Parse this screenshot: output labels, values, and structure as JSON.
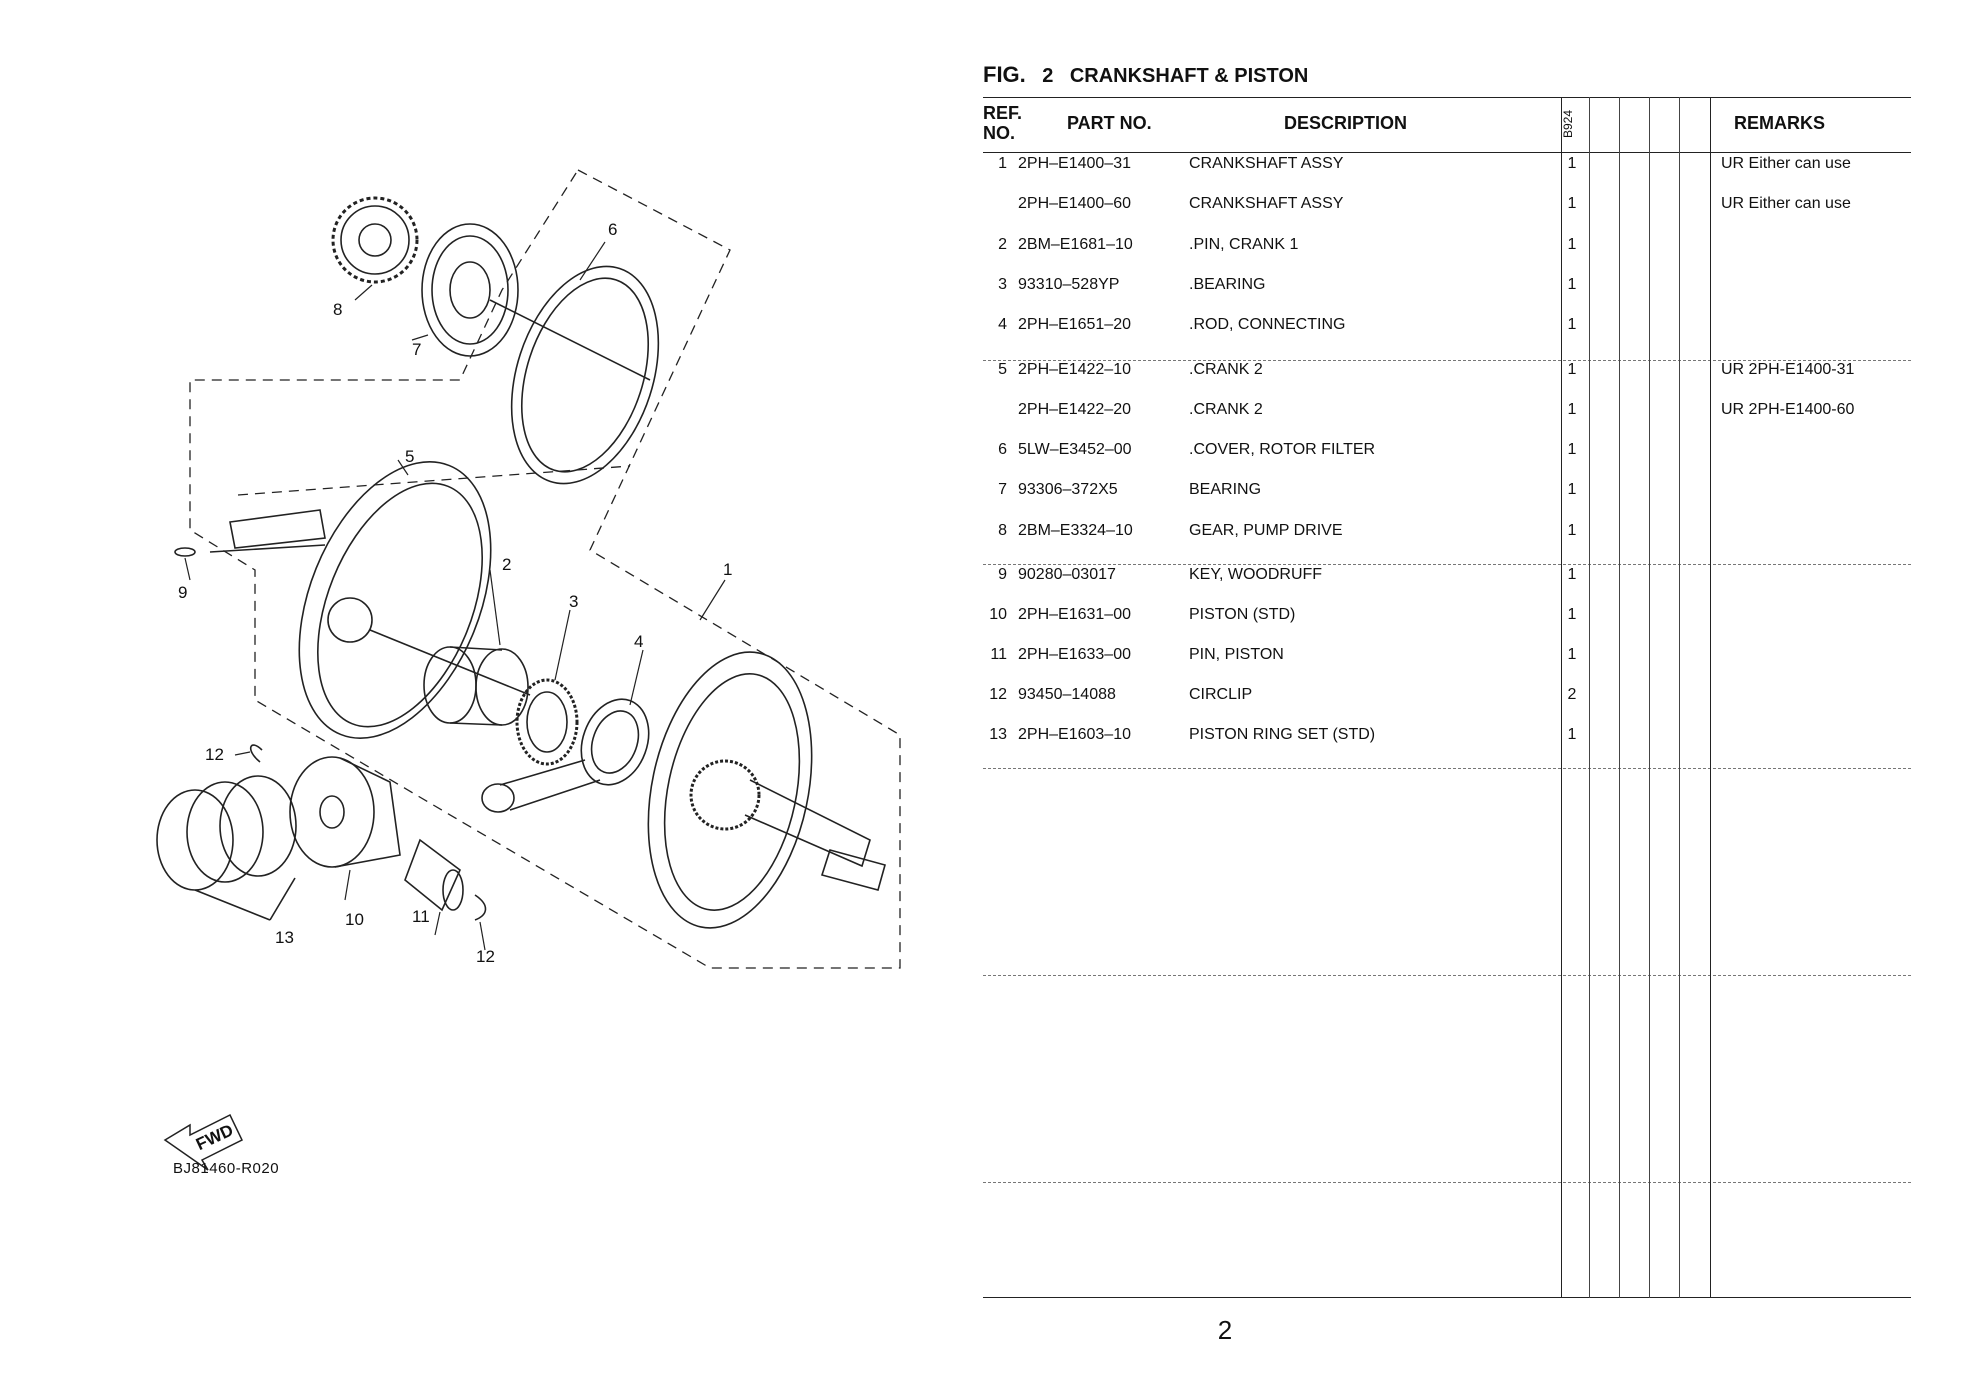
{
  "figure": {
    "label": "FIG.",
    "number": "2",
    "title": "CRANKSHAFT & PISTON",
    "diagram_code": "BJ81460-R020",
    "fwd_label": "FWD",
    "callouts": [
      "1",
      "2",
      "3",
      "4",
      "5",
      "6",
      "7",
      "8",
      "9",
      "10",
      "11",
      "12",
      "12",
      "13"
    ]
  },
  "table": {
    "headers": {
      "ref": "REF. NO.",
      "part_no": "PART NO.",
      "description": "DESCRIPTION",
      "model_code": "B924",
      "remarks": "REMARKS"
    },
    "rows": [
      {
        "ref": "1",
        "part_no": "2PH–E1400–31",
        "description": "CRANKSHAFT ASSY",
        "qty": "1",
        "remarks": "UR Either can use"
      },
      {
        "ref": "",
        "part_no": "2PH–E1400–60",
        "description": "CRANKSHAFT ASSY",
        "qty": "1",
        "remarks": "UR Either can use"
      },
      {
        "ref": "2",
        "part_no": "2BM–E1681–10",
        "description": ".PIN, CRANK 1",
        "qty": "1",
        "remarks": ""
      },
      {
        "ref": "3",
        "part_no": "93310–528YP",
        "description": ".BEARING",
        "qty": "1",
        "remarks": ""
      },
      {
        "ref": "4",
        "part_no": "2PH–E1651–20",
        "description": ".ROD, CONNECTING",
        "qty": "1",
        "remarks": ""
      },
      {
        "ref": "5",
        "part_no": "2PH–E1422–10",
        "description": ".CRANK 2",
        "qty": "1",
        "remarks": "UR 2PH-E1400-31"
      },
      {
        "ref": "",
        "part_no": "2PH–E1422–20",
        "description": ".CRANK 2",
        "qty": "1",
        "remarks": "UR 2PH-E1400-60"
      },
      {
        "ref": "6",
        "part_no": "5LW–E3452–00",
        "description": ".COVER, ROTOR FILTER",
        "qty": "1",
        "remarks": ""
      },
      {
        "ref": "7",
        "part_no": "93306–372X5",
        "description": "BEARING",
        "qty": "1",
        "remarks": ""
      },
      {
        "ref": "8",
        "part_no": "2BM–E3324–10",
        "description": "GEAR, PUMP DRIVE",
        "qty": "1",
        "remarks": ""
      },
      {
        "ref": "9",
        "part_no": "90280–03017",
        "description": "KEY, WOODRUFF",
        "qty": "1",
        "remarks": ""
      },
      {
        "ref": "10",
        "part_no": "2PH–E1631–00",
        "description": "PISTON (STD)",
        "qty": "1",
        "remarks": ""
      },
      {
        "ref": "11",
        "part_no": "2PH–E1633–00",
        "description": "PIN, PISTON",
        "qty": "1",
        "remarks": ""
      },
      {
        "ref": "12",
        "part_no": "93450–14088",
        "description": "CIRCLIP",
        "qty": "2",
        "remarks": ""
      },
      {
        "ref": "13",
        "part_no": "2PH–E1603–10",
        "description": "PISTON RING SET (STD)",
        "qty": "1",
        "remarks": ""
      }
    ]
  },
  "page_number": "2"
}
